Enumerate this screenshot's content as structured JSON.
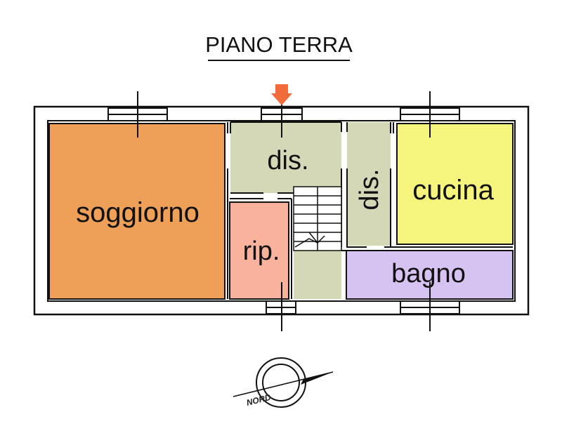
{
  "title": "PIANO TERRA",
  "rooms": {
    "soggiorno": {
      "label": "soggiorno",
      "color": "#EE9F58"
    },
    "dis_top": {
      "label": "dis.",
      "color": "#D5D8B6"
    },
    "dis_side": {
      "label": "dis.",
      "color": "#D5D8B6"
    },
    "cucina": {
      "label": "cucina",
      "color": "#F5F57E"
    },
    "rip": {
      "label": "rip.",
      "color": "#F9B39D"
    },
    "bagno": {
      "label": "bagno",
      "color": "#D6C3F2"
    },
    "stair": {
      "color": "#D5D8B6"
    }
  },
  "entrance_marker_color": "#F26B3A",
  "wall_color": "#111111",
  "compass": {
    "label": "NORD"
  }
}
